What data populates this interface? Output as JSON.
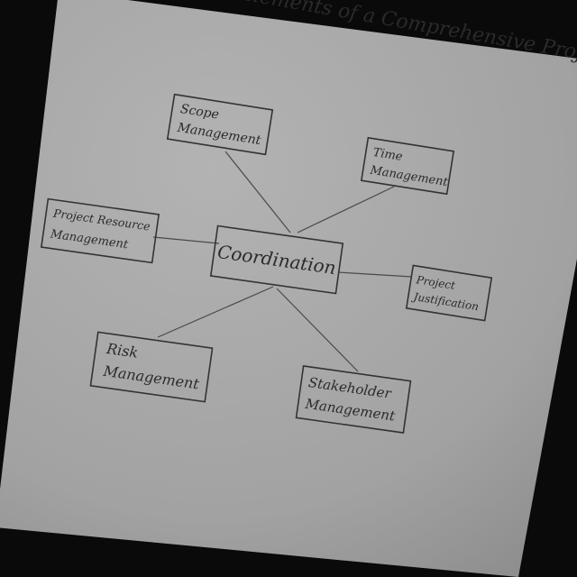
{
  "title": "Elements of a Comprehensive Project.",
  "center": {
    "id": "coordination",
    "label": "Coordination"
  },
  "nodes": [
    {
      "id": "scope",
      "lines": [
        "Scope",
        "Management"
      ]
    },
    {
      "id": "time",
      "lines": [
        "Time",
        "Management"
      ]
    },
    {
      "id": "resource",
      "lines": [
        "Project Resource",
        "Management"
      ]
    },
    {
      "id": "justification",
      "lines": [
        "Project",
        "Justification"
      ]
    },
    {
      "id": "risk",
      "lines": [
        "Risk",
        "Management"
      ]
    },
    {
      "id": "stakeholder",
      "lines": [
        "Stakeholder",
        "Management"
      ]
    }
  ],
  "colors": {
    "paper": "#a9a9a9",
    "background": "#0a0a0a",
    "ink": "#2a2a2a"
  }
}
